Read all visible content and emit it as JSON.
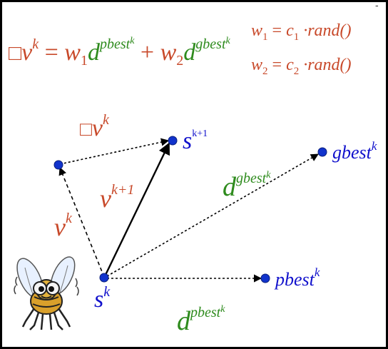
{
  "colors": {
    "red": "#c8492a",
    "green": "#2e8b1d",
    "blue": "#1111cc",
    "point": "#1133cc",
    "black": "#000000"
  },
  "formula": {
    "main": {
      "delta_glyph": "□",
      "v": "v",
      "k": "k",
      "eq": " = ",
      "w1": "w",
      "w1_sub": "1",
      "d1": "d",
      "d1_sup": "pbest",
      "d1_supsup": "k",
      "plus": " + ",
      "w2": "w",
      "w2_sub": "2",
      "d2": "d",
      "d2_sup": "gbest",
      "d2_supsup": "k"
    },
    "weights": [
      {
        "w": "w",
        "sub": "1",
        "eq": " = ",
        "c": "c",
        "csub": "1",
        "rest": " ·rand()"
      },
      {
        "w": "w",
        "sub": "2",
        "eq": " = ",
        "c": "c",
        "csub": "2",
        "rest": " ·rand()"
      }
    ]
  },
  "labels": {
    "delta_v": {
      "glyph": "□",
      "v": "v",
      "k": "k"
    },
    "s_next": {
      "s": "s",
      "sup": "k+1"
    },
    "gbest": {
      "text": "gbest",
      "sup": "k"
    },
    "d_gbest": {
      "d": "d",
      "sup": "gbest",
      "supsup": "k"
    },
    "v_next": {
      "v": "v",
      "sup": "k+1"
    },
    "v_k": {
      "v": "v",
      "sup": "k"
    },
    "s_k": {
      "s": "s",
      "sup": "k"
    },
    "pbest": {
      "text": "pbest",
      "sup": "k"
    },
    "d_pbest": {
      "d": "d",
      "sup": "pbest",
      "supsup": "k"
    }
  }
}
